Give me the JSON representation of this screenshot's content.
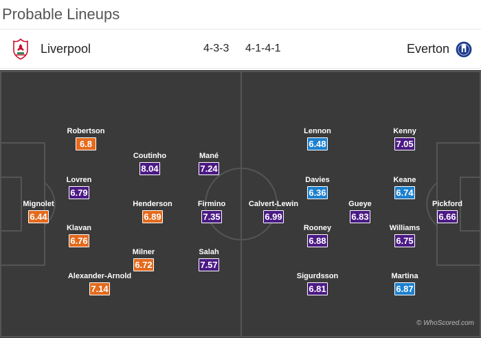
{
  "page": {
    "title": "Probable Lineups"
  },
  "match": {
    "home": {
      "name": "Liverpool",
      "formation": "4-3-3"
    },
    "away": {
      "name": "Everton",
      "formation": "4-1-4-1"
    }
  },
  "colors": {
    "home_rating": "#e46a1c",
    "away_rating_purple": "#4b1a84",
    "away_rating_blue": "#1c80cf",
    "pitch": "#3a3a3a"
  },
  "home_players": [
    {
      "name": "Mignolet",
      "rating": "6.44"
    },
    {
      "name": "Robertson",
      "rating": "6.8"
    },
    {
      "name": "Lovren",
      "rating": "6.79"
    },
    {
      "name": "Klavan",
      "rating": "6.76"
    },
    {
      "name": "Alexander-Arnold",
      "rating": "7.14"
    },
    {
      "name": "Coutinho",
      "rating": "8.04"
    },
    {
      "name": "Henderson",
      "rating": "6.89"
    },
    {
      "name": "Milner",
      "rating": "6.72"
    },
    {
      "name": "Mané",
      "rating": "7.24"
    },
    {
      "name": "Firmino",
      "rating": "7.35"
    },
    {
      "name": "Salah",
      "rating": "7.57"
    }
  ],
  "away_players": [
    {
      "name": "Calvert-Lewin",
      "rating": "6.99"
    },
    {
      "name": "Lennon",
      "rating": "6.48"
    },
    {
      "name": "Davies",
      "rating": "6.36"
    },
    {
      "name": "Rooney",
      "rating": "6.88"
    },
    {
      "name": "Sigurdsson",
      "rating": "6.81"
    },
    {
      "name": "Gueye",
      "rating": "6.83"
    },
    {
      "name": "Kenny",
      "rating": "7.05"
    },
    {
      "name": "Keane",
      "rating": "6.74"
    },
    {
      "name": "Williams",
      "rating": "6.75"
    },
    {
      "name": "Martina",
      "rating": "6.87"
    },
    {
      "name": "Pickford",
      "rating": "6.66"
    }
  ],
  "credit": "© WhoScored.com"
}
